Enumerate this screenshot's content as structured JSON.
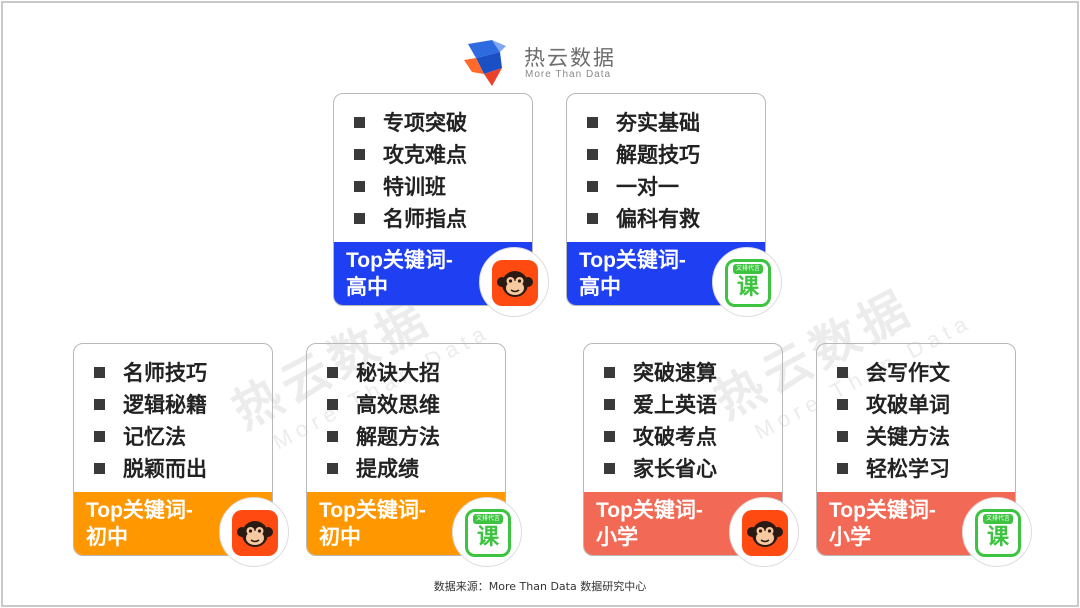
{
  "brand": {
    "name": "热云数据",
    "tagline": "More Than Data"
  },
  "colors": {
    "blue": "#1f3ff2",
    "orange": "#ff9800",
    "coral": "#f26a55",
    "monkey_icon": "#ff4b12",
    "course_icon": "#3cc33f"
  },
  "cards": [
    {
      "items": [
        "专项突破",
        "攻克难点",
        "特训班",
        "名师指点"
      ],
      "band_line1": "Top关键词-",
      "band_line2": "高中",
      "band_color": "blue",
      "icon": "monkey-app-icon"
    },
    {
      "items": [
        "夯实基础",
        "解题技巧",
        "一对一",
        "偏科有救"
      ],
      "band_line1": "Top关键词-",
      "band_line2": "高中",
      "band_color": "blue",
      "icon": "course-app-icon"
    },
    {
      "items": [
        "名师技巧",
        "逻辑秘籍",
        "记忆法",
        "脱颖而出"
      ],
      "band_line1": "Top关键词-",
      "band_line2": "初中",
      "band_color": "orange",
      "icon": "monkey-app-icon"
    },
    {
      "items": [
        "秘诀大招",
        "高效思维",
        "解题方法",
        "提成绩"
      ],
      "band_line1": "Top关键词-",
      "band_line2": "初中",
      "band_color": "orange",
      "icon": "course-app-icon"
    },
    {
      "items": [
        "突破速算",
        "爱上英语",
        "攻破考点",
        "家长省心"
      ],
      "band_line1": "Top关键词-",
      "band_line2": "小学",
      "band_color": "coral",
      "icon": "monkey-app-icon"
    },
    {
      "items": [
        "会写作文",
        "攻破单词",
        "关键方法",
        "轻松学习"
      ],
      "band_line1": "Top关键词-",
      "band_line2": "小学",
      "band_color": "coral",
      "icon": "course-app-icon"
    }
  ],
  "course_icon": {
    "top_text": "文排代言",
    "glyph": "课"
  },
  "source": "数据来源：More Than Data 数据研究中心"
}
